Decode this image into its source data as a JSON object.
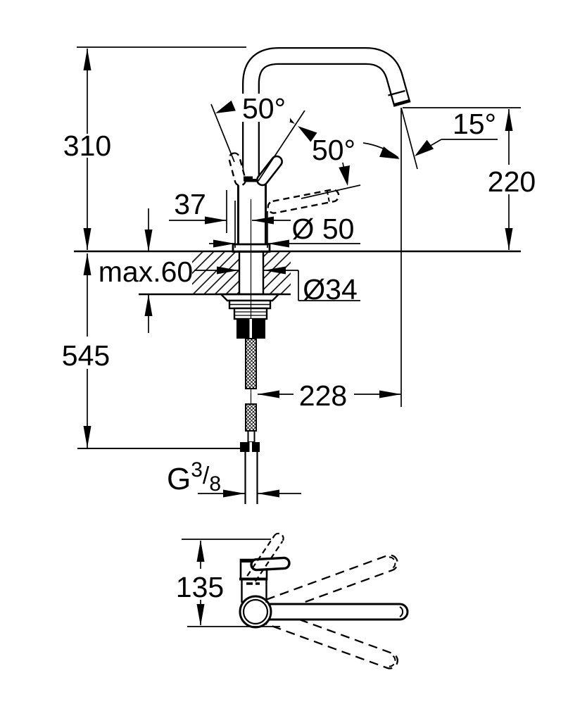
{
  "drawing": {
    "title": "single-lever sink mixer dimensional drawing",
    "line_color": "#000000",
    "background": "#ffffff",
    "side_view": {
      "dim_height_above_counter": "310",
      "dim_height_below_counter": "545",
      "dim_spout_outlet_height": "220",
      "dim_spout_reach": "228",
      "dim_handle_offset": "37",
      "dim_counter_thickness": "max.60",
      "dim_base_diameter": "Ø 50",
      "dim_hole_diameter": "Ø34",
      "angle_handle_open": "50°",
      "angle_handle_side": "50°",
      "angle_spout_tip": "15°",
      "thread_g": "G",
      "thread_numerator": "3",
      "thread_slash": "/",
      "thread_denominator": "8"
    },
    "top_view": {
      "dim_handle_height": "135"
    }
  }
}
